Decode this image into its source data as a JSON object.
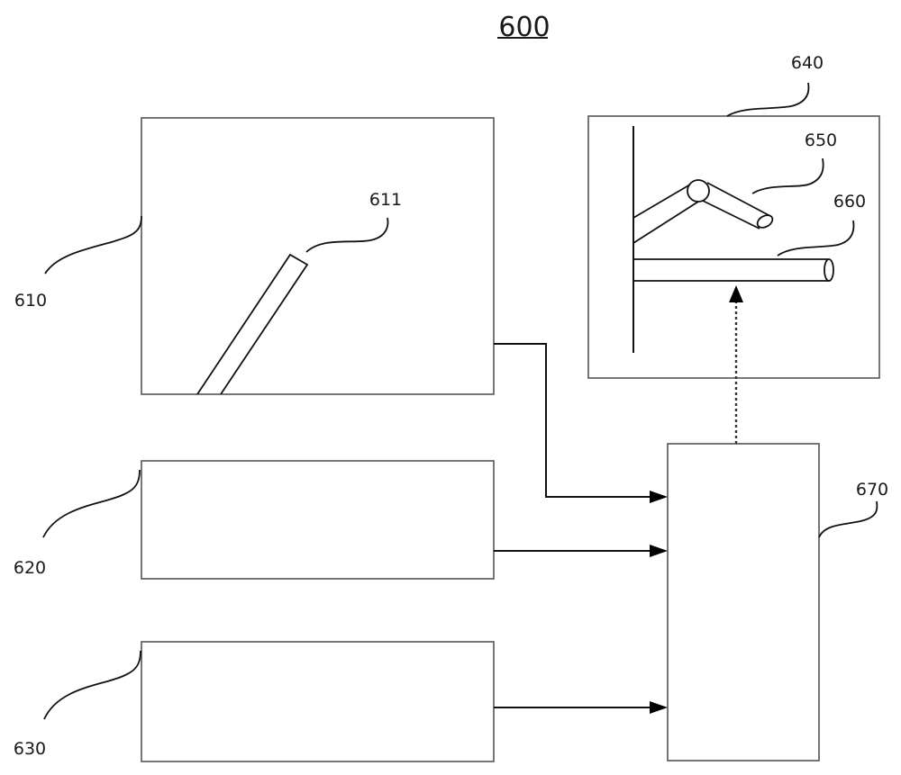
{
  "figure": {
    "number": "600"
  },
  "components": {
    "c610": {
      "label": "610"
    },
    "c611": {
      "label": "611"
    },
    "c620": {
      "label": "620"
    },
    "c630": {
      "label": "630"
    },
    "c640": {
      "label": "640"
    },
    "c650": {
      "label": "650"
    },
    "c660": {
      "label": "660"
    },
    "c670": {
      "label": "670"
    }
  },
  "connections": [
    {
      "from": "610",
      "to": "670",
      "style": "solid-arrow"
    },
    {
      "from": "620",
      "to": "670",
      "style": "solid-arrow"
    },
    {
      "from": "630",
      "to": "670",
      "style": "solid-arrow"
    },
    {
      "from": "670",
      "to": "640",
      "style": "dotted-arrow"
    }
  ]
}
